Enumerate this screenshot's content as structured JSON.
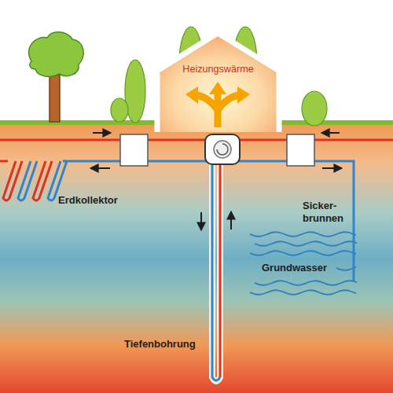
{
  "diagram": {
    "nodes": [
      {
        "text": [
          "Heizungswärme"
        ]
      }
    ],
    "labels": [
      "Erdkollektor",
      "Sicker- brunnen",
      "Grundwasser",
      "Tiefenbohrung"
    ]
  }
}
